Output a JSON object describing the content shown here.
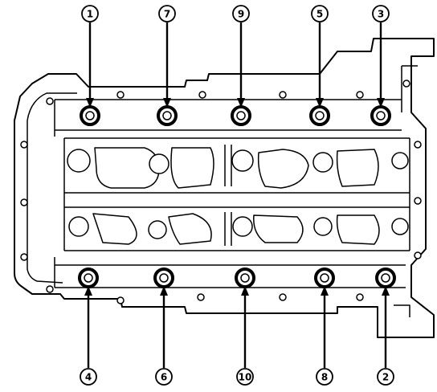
{
  "bolts": {
    "top": [
      {
        "label": "1"
      },
      {
        "label": "7"
      },
      {
        "label": "9"
      },
      {
        "label": "5"
      },
      {
        "label": "3"
      }
    ],
    "bottom": [
      {
        "label": "4"
      },
      {
        "label": "6"
      },
      {
        "label": "10"
      },
      {
        "label": "8"
      },
      {
        "label": "2"
      }
    ]
  },
  "icons": {
    "bolt": "bolt-icon",
    "arrow": "arrow-icon"
  }
}
